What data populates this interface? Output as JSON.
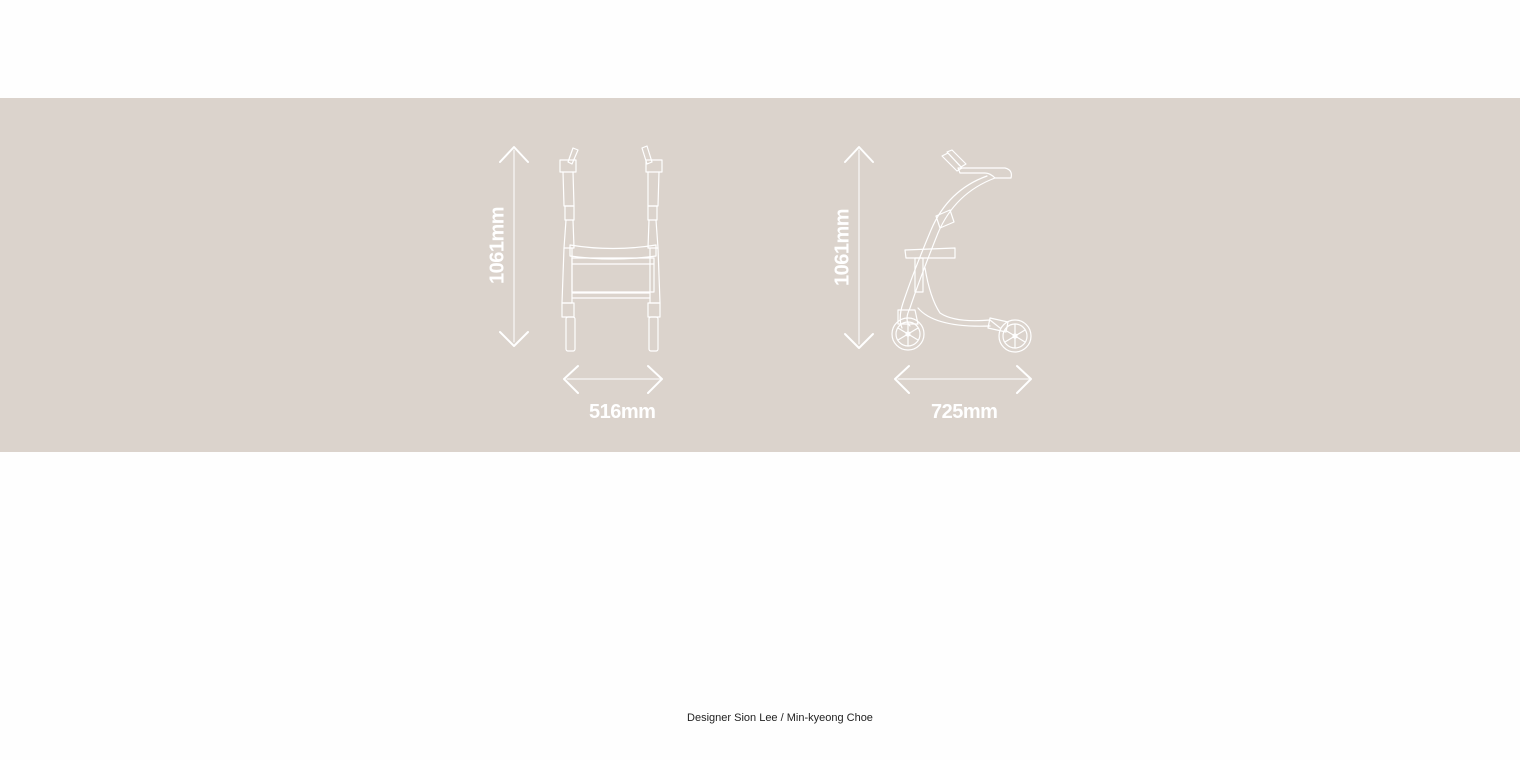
{
  "colors": {
    "band": "#dbd3cc",
    "line": "#ffffff",
    "background": "#fefefe",
    "text": "#222222"
  },
  "front_view": {
    "height_label": "1061mm",
    "width_label": "516mm"
  },
  "side_view": {
    "height_label": "1061mm",
    "width_label": "725mm"
  },
  "credit": "Designer Sion Lee / Min-kyeong Choe"
}
